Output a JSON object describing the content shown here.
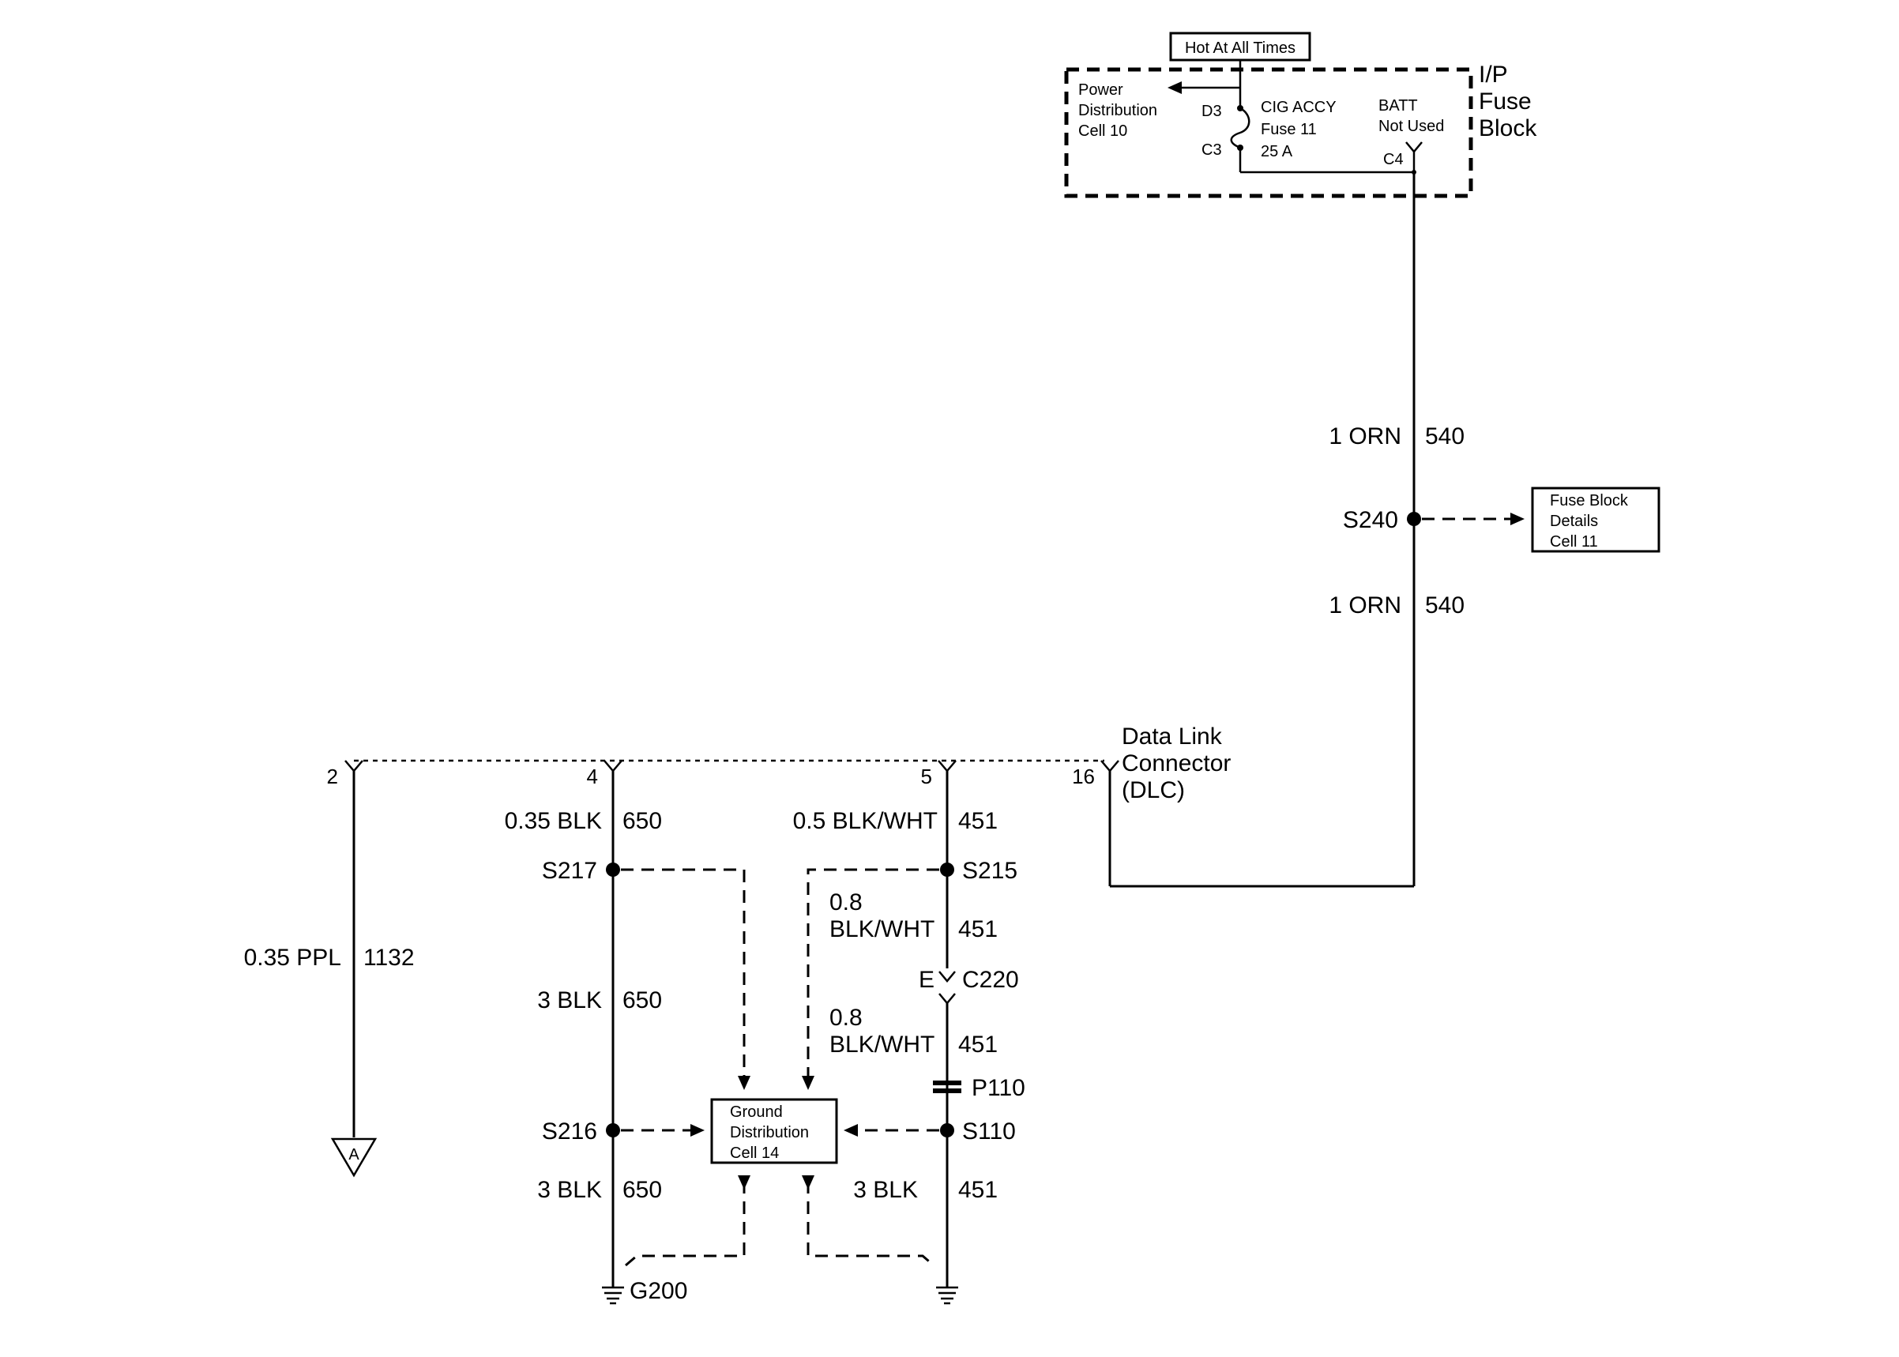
{
  "fuse_block": {
    "hot_label": "Hot At All Times",
    "title_line1": "I/P",
    "title_line2": "Fuse",
    "title_line3": "Block",
    "power_dist_line1": "Power",
    "power_dist_line2": "Distribution",
    "power_dist_line3": "Cell 10",
    "pin_d3": "D3",
    "pin_c3": "C3",
    "pin_c4": "C4",
    "fuse_line1": "CIG ACCY",
    "fuse_line2": "Fuse 11",
    "fuse_line3": "25 A",
    "batt_line1": "BATT",
    "batt_line2": "Not Used"
  },
  "circuit_540": {
    "upper_gauge": "1 ORN",
    "upper_number": "540",
    "splice": "S240",
    "lower_gauge": "1 ORN",
    "lower_number": "540",
    "ref_line1": "Fuse Block",
    "ref_line2": "Details",
    "ref_line3": "Cell 11"
  },
  "dlc": {
    "name_line1": "Data Link",
    "name_line2": "Connector",
    "name_line3": "(DLC)",
    "pin_2": "2",
    "pin_4": "4",
    "pin_5": "5",
    "pin_16": "16"
  },
  "circuit_1132": {
    "gauge": "0.35 PPL",
    "number": "1132",
    "offpage": "A"
  },
  "circuit_650": {
    "top_gauge": "0.35 BLK",
    "top_number": "650",
    "splice_top": "S217",
    "mid_gauge": "3 BLK",
    "mid_number": "650",
    "splice_bottom": "S216",
    "bottom_gauge": "3 BLK",
    "bottom_number": "650",
    "ground": "G200"
  },
  "circuit_451": {
    "top_gauge": "0.5 BLK/WHT",
    "top_number": "451",
    "splice_top": "S215",
    "mid_gauge_line1": "0.8",
    "mid_gauge_line2": "BLK/WHT",
    "mid_number": "451",
    "connector_pin": "E",
    "connector": "C220",
    "low_gauge_line1": "0.8",
    "low_gauge_line2": "BLK/WHT",
    "low_number": "451",
    "pass_through": "P110",
    "splice_bottom": "S110",
    "bottom_gauge": "3 BLK",
    "bottom_number": "451"
  },
  "ground_dist": {
    "line1": "Ground",
    "line2": "Distribution",
    "line3": "Cell 14"
  }
}
